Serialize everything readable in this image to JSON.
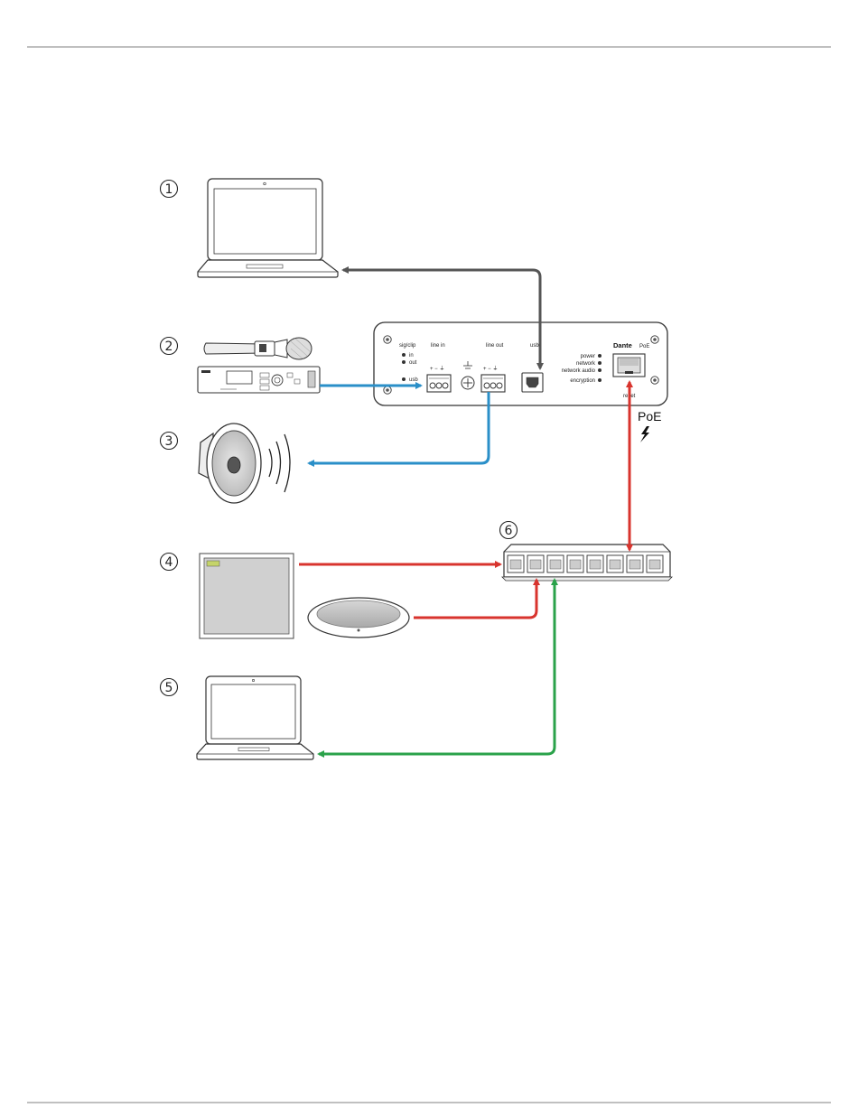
{
  "callouts": [
    "1",
    "2",
    "3",
    "4",
    "5",
    "6"
  ],
  "panel": {
    "sig_clip": "sig/clip",
    "in": "in",
    "out": "out",
    "usb_led": "usb",
    "line_in": "line in",
    "line_out": "line out",
    "usb_port": "usb",
    "led_labels": [
      "power",
      "network",
      "network audio",
      "encryption"
    ],
    "brand": "Dante",
    "poe_small": "PoE",
    "reset": "reset",
    "terminal_symbols": "+ − ⏚"
  },
  "poe_label": "PoE",
  "icons": [
    "laptop-icon",
    "wireless-microphone-icon",
    "receiver-icon",
    "loudspeaker-icon",
    "ceiling-microphone-icon",
    "table-microphone-icon",
    "network-switch-icon",
    "lightning-icon"
  ],
  "colors": {
    "usb_cable": "#555555",
    "audio_cable": "#2a8fc8",
    "network_cable": "#d8342e",
    "control_cable": "#2aa24a"
  }
}
